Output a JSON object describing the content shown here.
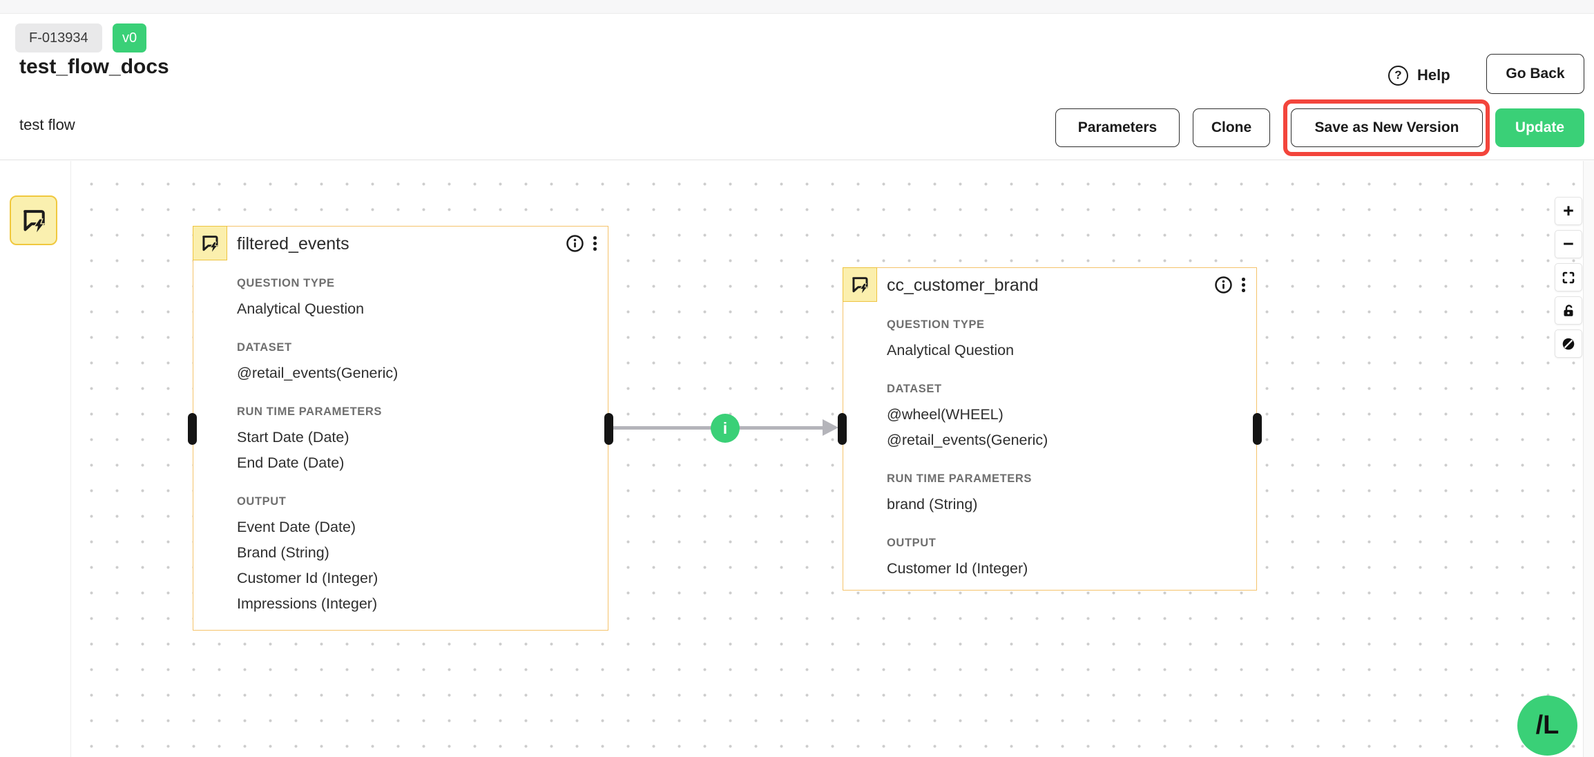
{
  "header": {
    "flow_id_badge": "F-013934",
    "version_badge": "v0",
    "title": "test_flow_docs",
    "description": "test flow",
    "help_label": "Help",
    "help_icon_glyph": "?",
    "go_back_label": "Go Back",
    "parameters_label": "Parameters",
    "clone_label": "Clone",
    "save_as_new_version_label": "Save as New Version",
    "update_label": "Update"
  },
  "canvas": {
    "nodes": [
      {
        "title": "filtered_events",
        "sections": [
          {
            "label": "QUESTION TYPE",
            "items": [
              "Analytical Question"
            ]
          },
          {
            "label": "DATASET",
            "items": [
              "@retail_events(Generic)"
            ]
          },
          {
            "label": "RUN TIME PARAMETERS",
            "items": [
              "Start Date (Date)",
              "End Date (Date)"
            ]
          },
          {
            "label": "OUTPUT",
            "items": [
              "Event Date (Date)",
              "Brand (String)",
              "Customer Id (Integer)",
              "Impressions (Integer)"
            ]
          }
        ]
      },
      {
        "title": "cc_customer_brand",
        "sections": [
          {
            "label": "QUESTION TYPE",
            "items": [
              "Analytical Question"
            ]
          },
          {
            "label": "DATASET",
            "items": [
              "@wheel(WHEEL)",
              "@retail_events(Generic)"
            ]
          },
          {
            "label": "RUN TIME PARAMETERS",
            "items": [
              "brand (String)"
            ]
          },
          {
            "label": "OUTPUT",
            "items": [
              "Customer Id (Integer)"
            ]
          }
        ]
      }
    ],
    "edge_badge": "i",
    "toolbar": {
      "zoom_in_glyph": "+",
      "zoom_out_glyph": "−"
    },
    "fab_label": "/L"
  },
  "icons": {
    "node_type": "chat-lightning-icon",
    "help": "question-circle-icon",
    "node_info": "info-circle-icon",
    "node_menu": "kebab-menu-icon",
    "toolbar": [
      "plus-icon",
      "minus-icon",
      "fit-view-icon",
      "lock-icon",
      "block-icon"
    ]
  },
  "colors": {
    "accent_green": "#3ad077",
    "highlight_red": "#f3453c",
    "node_border": "#f5c36b",
    "node_icon_bg": "#fbefad",
    "edge_gray": "#b4b4ba"
  }
}
